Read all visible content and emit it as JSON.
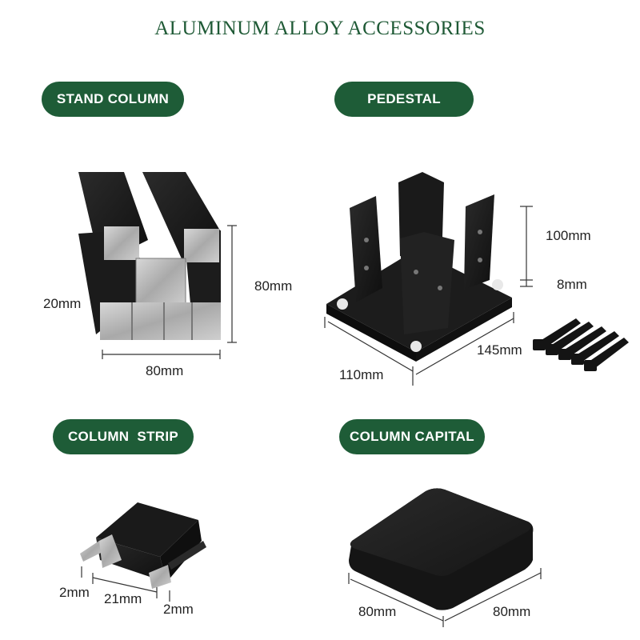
{
  "title": "ALUMINUM ALLOY ACCESSORIES",
  "colors": {
    "accent": "#1e5c37",
    "title": "#1f5a36",
    "product": "#1a1a1a"
  },
  "sections": {
    "stand_column": {
      "label": "STAND COLUMN",
      "dims": {
        "width": "20mm",
        "height": "80mm",
        "length": "80mm"
      }
    },
    "pedestal": {
      "label": "PEDESTAL",
      "dims": {
        "post_height": "100mm",
        "plate_thickness": "8mm",
        "width": "110mm",
        "length": "145mm"
      }
    },
    "column_strip": {
      "label": "COLUMN  STRIP",
      "dims": {
        "left_flange": "2mm",
        "width": "21mm",
        "right_flange": "2mm"
      }
    },
    "column_capital": {
      "label": "COLUMN CAPITAL",
      "dims": {
        "width": "80mm",
        "length": "80mm"
      }
    }
  }
}
